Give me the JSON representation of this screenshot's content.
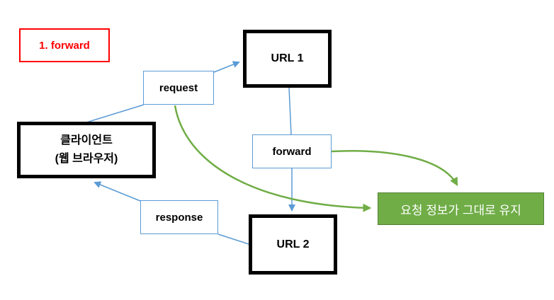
{
  "diagram": {
    "annotation": {
      "label": "1. forward"
    },
    "nodes": {
      "url1": {
        "label": "URL 1"
      },
      "url2": {
        "label": "URL 2"
      },
      "client": {
        "line1": "클라이언트",
        "line2": "(웹 브라우저)"
      },
      "request": {
        "label": "request"
      },
      "forward": {
        "label": "forward"
      },
      "response": {
        "label": "response"
      },
      "result": {
        "label": "요청 정보가 그대로 유지"
      }
    },
    "edges": [
      {
        "from": "client",
        "to": "request",
        "color": "blue",
        "arrowhead": false
      },
      {
        "from": "request",
        "to": "url1",
        "color": "blue",
        "arrowhead": true
      },
      {
        "from": "url1",
        "to": "forward",
        "color": "blue",
        "arrowhead": false
      },
      {
        "from": "forward",
        "to": "url2",
        "color": "blue",
        "arrowhead": true
      },
      {
        "from": "url2",
        "to": "response",
        "color": "blue",
        "arrowhead": false
      },
      {
        "from": "response",
        "to": "client",
        "color": "blue",
        "arrowhead": true
      },
      {
        "from": "request",
        "to": "result",
        "color": "green",
        "arrowhead": true
      },
      {
        "from": "forward",
        "to": "result",
        "color": "green",
        "arrowhead": true
      }
    ],
    "colors": {
      "accent_blue": "#5B9BD5",
      "accent_green": "#70AD47",
      "green_box_border": "#548235",
      "annotation_red": "#FF0000",
      "black_box_border": "#000000",
      "result_text": "#FFFFFF"
    }
  }
}
